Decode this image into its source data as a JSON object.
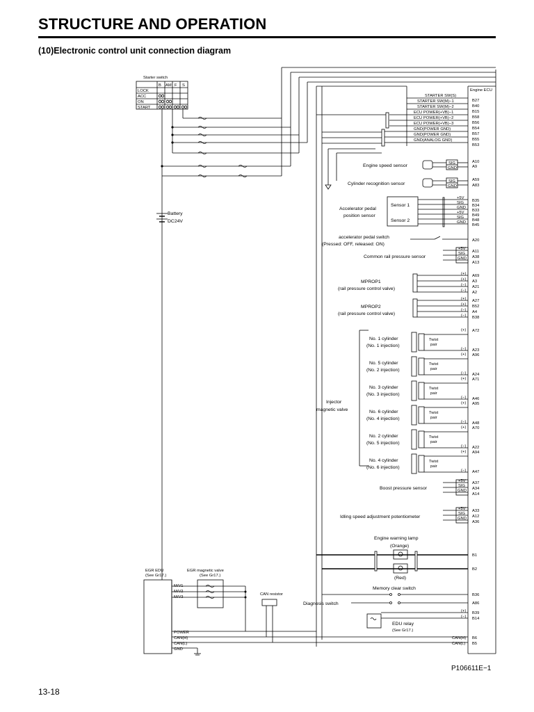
{
  "header": {
    "title": "STRUCTURE AND OPERATION",
    "section": "(10)Electronic control unit connection diagram"
  },
  "footer": {
    "page_number": "13-18",
    "figure_code": "P106611E−1"
  },
  "starter_switch": {
    "title": "Starter switch",
    "columns": [
      "B",
      "AM",
      "F",
      "S"
    ],
    "rows": [
      "LOCK",
      "ACC",
      "ON",
      "START"
    ]
  },
  "battery": {
    "label": "Battery",
    "voltage": "DC24V"
  },
  "ecu": {
    "title": "Engine ECU",
    "power_pins": [
      {
        "label": "STARTER SW(S)",
        "pin": "B27"
      },
      {
        "label": "STARTER SW(M)−1",
        "pin": "B40"
      },
      {
        "label": "STARTER SW(M)−2",
        "pin": "B15"
      },
      {
        "label": "ECU POWER(+VB)−1",
        "pin": "B58"
      },
      {
        "label": "ECU POWER(+VB)−2",
        "pin": "B56"
      },
      {
        "label": "ECU POWER(+VB)−3",
        "pin": "B54"
      },
      {
        "label": "GND(POWER GND)",
        "pin": "B57"
      },
      {
        "label": "GND(POWER GND)",
        "pin": "B55"
      },
      {
        "label": "GND(ANALOG GND)",
        "pin": "B53"
      }
    ]
  },
  "sensors": {
    "engine_speed": {
      "label": "Engine speed sensor",
      "sig": "SIG",
      "gnd": "GND",
      "pins": [
        "A10",
        "A9"
      ]
    },
    "cylinder_recognition": {
      "label": "Cylinder recognition sensor",
      "sig": "SIG",
      "gnd": "GND",
      "pins": [
        "A59",
        "A83"
      ]
    },
    "accelerator_pedal": {
      "label_line1": "Accelerator pedal",
      "label_line2": "position sensor",
      "sensor1": "Sensor 1",
      "sensor2": "Sensor 2",
      "signals": [
        "+5V",
        "SIG",
        "GND",
        "+5V",
        "SIG",
        "GND"
      ],
      "pins": [
        "B35",
        "B34",
        "B33",
        "B49",
        "B48",
        "B45"
      ]
    },
    "accelerator_switch": {
      "label_line1": "accelerator pedal switch",
      "label_line2": "(Pressed: OFF, released: ON)",
      "pin": "A20"
    },
    "common_rail": {
      "label": "Common rail pressure sensor",
      "signals": [
        "+5V",
        "SIG",
        "GND"
      ],
      "pins": [
        "A11",
        "A38",
        "A13"
      ]
    },
    "mprop1": {
      "label_line1": "MPROP1",
      "label_line2": "(rail pressure control valve)",
      "signals": [
        "(+)",
        "(+)",
        "(−)",
        "(−)"
      ],
      "pins": [
        "A69",
        "A3",
        "A21",
        "A2"
      ]
    },
    "mprop2": {
      "label_line1": "MPROP2",
      "label_line2": "(rail pressure control valve)",
      "signals": [
        "(+)",
        "(+)",
        "(−)",
        "(−)"
      ],
      "pins": [
        "A27",
        "B52",
        "A4",
        "B38"
      ]
    },
    "boost": {
      "label": "Boost pressure sensor",
      "signals": [
        "+5V",
        "SIG",
        "GND"
      ],
      "pins": [
        "A37",
        "A34",
        "A14"
      ]
    },
    "idle_pot": {
      "label": "Idling speed adjustment potentiometer",
      "signals": [
        "+5V",
        "SIG",
        "GND"
      ],
      "pins": [
        "A33",
        "A12",
        "A36"
      ]
    }
  },
  "injectors": {
    "group_label_line1": "Injector",
    "group_label_line2": "magnetic valve",
    "twist_pair_line1": "Twist",
    "twist_pair_line2": "pair",
    "items": [
      {
        "name": "No. 1 cylinder",
        "sub": "(No. 1 injection)",
        "plus_pin": "A72",
        "minus_pin": "A23"
      },
      {
        "name": "No. 5 cylinder",
        "sub": "(No. 2 injection)",
        "plus_pin": "A96",
        "minus_pin": "A24"
      },
      {
        "name": "No. 3 cylinder",
        "sub": "(No. 3 injection)",
        "plus_pin": "A71",
        "minus_pin": "A46"
      },
      {
        "name": "No. 6 cylinder",
        "sub": "(No. 4 injection)",
        "plus_pin": "A95",
        "minus_pin": "A48"
      },
      {
        "name": "No. 2 cylinder",
        "sub": "(No. 5 injection)",
        "plus_pin": "A70",
        "minus_pin": "A22"
      },
      {
        "name": "No. 4 cylinder",
        "sub": "(No. 6 injection)",
        "plus_pin": "A94",
        "minus_pin": "A47"
      }
    ],
    "plus": "(+)",
    "minus": "(−)"
  },
  "lamps": {
    "warning_label": "Engine warning lamp",
    "orange": "(Orange)",
    "red": "(Red)",
    "pins": [
      "B1",
      "B2"
    ]
  },
  "switches": {
    "memory_clear": {
      "label": "Memory clear switch",
      "pin": "B36"
    },
    "diagnosis": {
      "label": "Diagnosis switch",
      "pin": "A86"
    }
  },
  "edu": {
    "relay_label": "EDU relay",
    "relay_ref": "(See Gr17.)",
    "relay_pins": [
      "B39",
      "B14"
    ],
    "relay_signals": [
      "(+)",
      "(−)"
    ],
    "can_pins": [
      {
        "label": "CAN(H)",
        "pin": "B6"
      },
      {
        "label": "CAN(L)",
        "pin": "B5"
      }
    ]
  },
  "egr": {
    "edu_label": "EGR EDU",
    "edu_ref": "(See Gr17.)",
    "valve_label": "EGR magnetic valve",
    "valve_ref": "(See Gr17.)",
    "pins": [
      "M/V1",
      "M/V2",
      "M/V3",
      "POWER",
      "CAN(H)",
      "CAN(L)",
      "GND"
    ],
    "can_resistor": "CAN resistor"
  }
}
